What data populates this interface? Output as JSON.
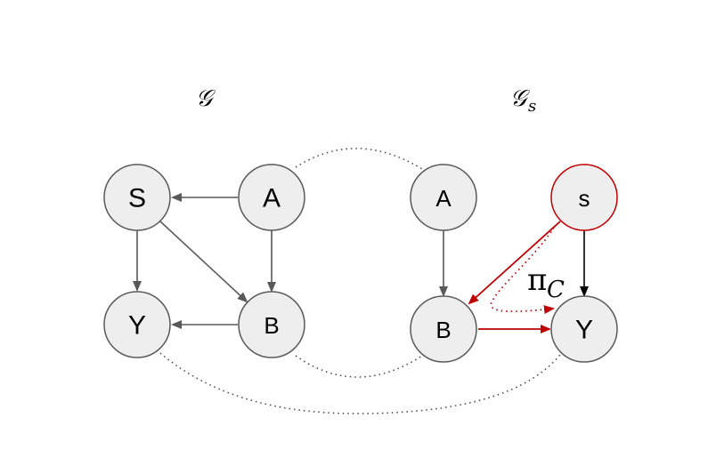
{
  "titles": {
    "left": "𝒢",
    "right_main": "𝒢",
    "right_sub": "s"
  },
  "left_graph": {
    "nodes": {
      "S": "S",
      "A": "A",
      "Y": "Y",
      "B": "B"
    }
  },
  "right_graph": {
    "nodes": {
      "A": "A",
      "s": "s",
      "B": "B",
      "Y": "Y"
    }
  },
  "path_label": {
    "symbol": "π",
    "subscript": "C"
  },
  "colors": {
    "node_fill": "#eeeeee",
    "node_stroke": "#595959",
    "edge_gray": "#595959",
    "edge_black": "#000000",
    "accent_red": "#c00000",
    "dotted_link": "#444444"
  }
}
